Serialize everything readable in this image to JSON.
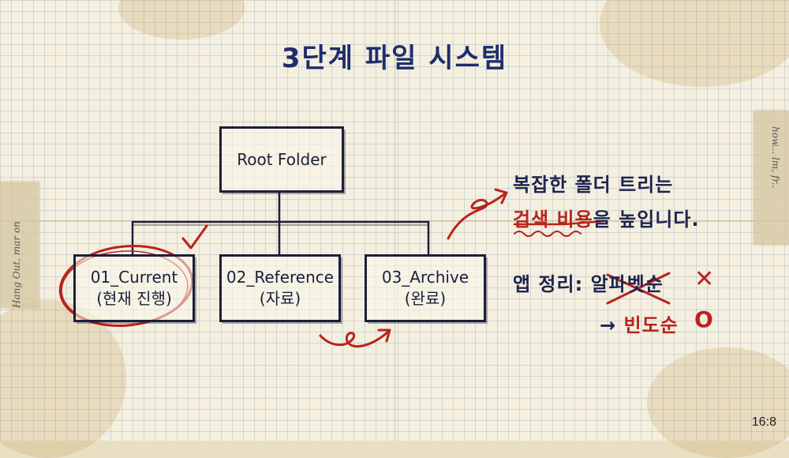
{
  "title": "3단계 파일 시스템",
  "root": {
    "label": "Root Folder"
  },
  "folders": [
    {
      "name": "01_Current",
      "desc": "(현재 진행)"
    },
    {
      "name": "02_Reference",
      "desc": "(자료)"
    },
    {
      "name": "03_Archive",
      "desc": "(완료)"
    }
  ],
  "note": {
    "line1": "복잡한 폴더 트리는",
    "line2_highlight": "검색 비용",
    "line2_rest": "을 높입니다.",
    "sort_prefix": "앱 정리: ",
    "sort_wrong": "알파벳순",
    "wrong_mark": "✕",
    "arrow": "→ ",
    "sort_right": "빈도순",
    "right_mark": "O"
  },
  "margin_left": "Hang Out, mar on",
  "margin_right": "how... lm, fr..",
  "aspect_label": "16:8",
  "colors": {
    "ink": "#1b1f3a",
    "title": "#1d2d6b",
    "red": "#b8231f",
    "paper": "#f4efdf"
  }
}
